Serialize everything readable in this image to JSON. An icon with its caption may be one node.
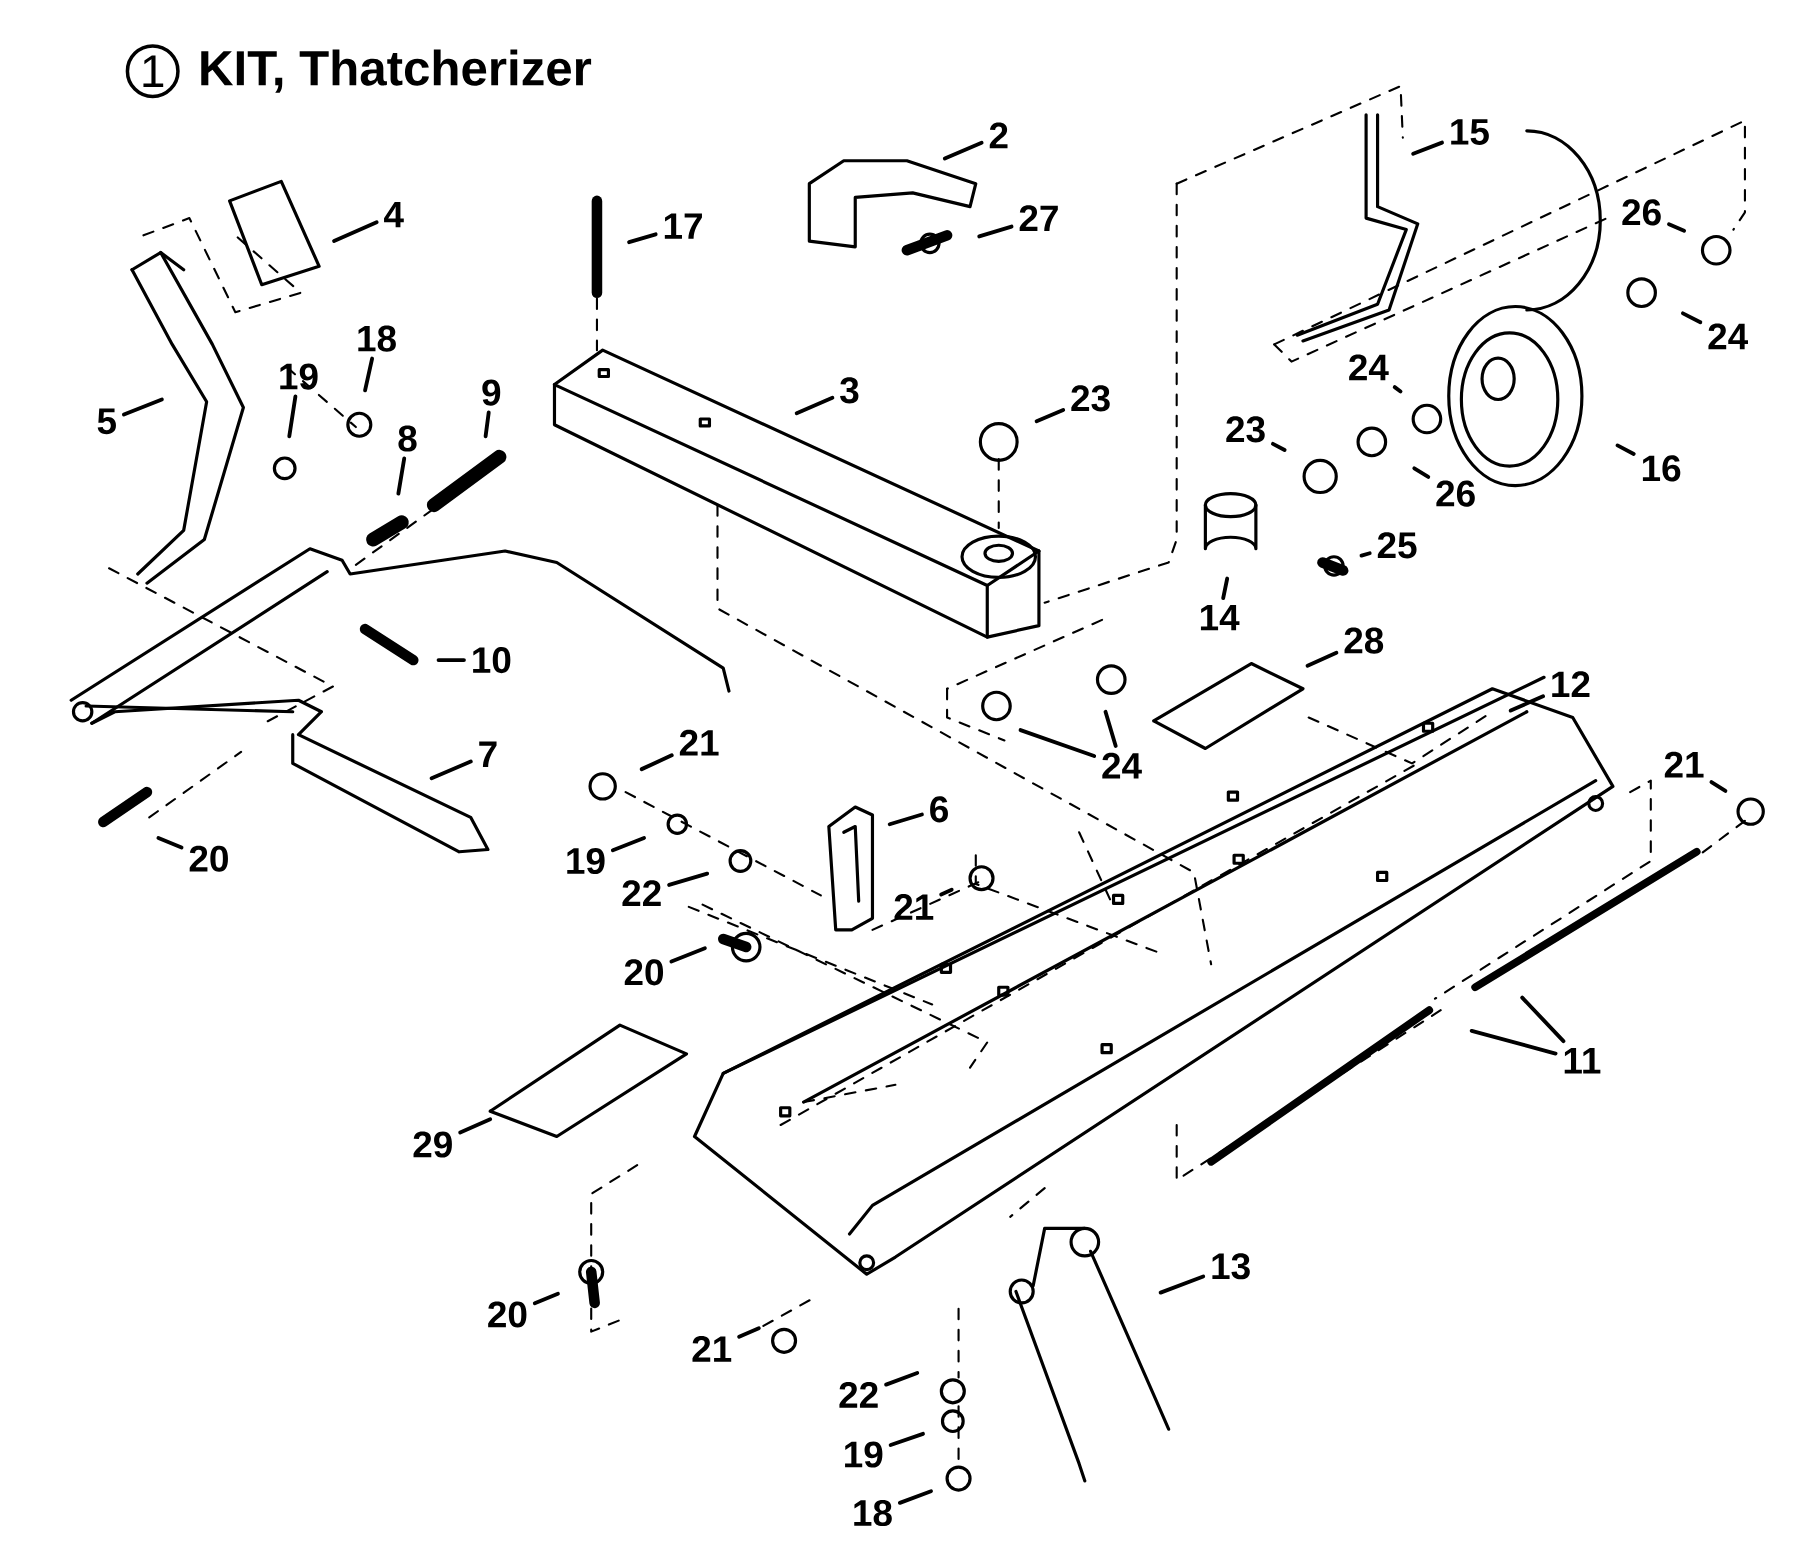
{
  "diagram": {
    "title": "KIT, Thatcherizer",
    "nodes": [
      {
        "text": [
          "1"
        ]
      },
      {
        "text": [
          "2"
        ]
      },
      {
        "text": [
          "15"
        ]
      },
      {
        "text": [
          "4"
        ]
      },
      {
        "text": [
          "26"
        ]
      },
      {
        "text": [
          "27"
        ]
      },
      {
        "text": [
          "17"
        ]
      },
      {
        "text": [
          "18"
        ]
      },
      {
        "text": [
          "24"
        ]
      },
      {
        "text": [
          "19"
        ]
      },
      {
        "text": [
          "9"
        ]
      },
      {
        "text": [
          "3"
        ]
      },
      {
        "text": [
          "23"
        ]
      },
      {
        "text": [
          "24"
        ]
      },
      {
        "text": [
          "5"
        ]
      },
      {
        "text": [
          "23"
        ]
      },
      {
        "text": [
          "8"
        ]
      },
      {
        "text": [
          "16"
        ]
      },
      {
        "text": [
          "26"
        ]
      },
      {
        "text": [
          "25"
        ]
      },
      {
        "text": [
          "14"
        ]
      },
      {
        "text": [
          "28"
        ]
      },
      {
        "text": [
          "10"
        ]
      },
      {
        "text": [
          "12"
        ]
      },
      {
        "text": [
          "21"
        ]
      },
      {
        "text": [
          "7"
        ]
      },
      {
        "text": [
          "24"
        ]
      },
      {
        "text": [
          "21"
        ]
      },
      {
        "text": [
          "6"
        ]
      },
      {
        "text": [
          "20"
        ]
      },
      {
        "text": [
          "19"
        ]
      },
      {
        "text": [
          "22"
        ]
      },
      {
        "text": [
          "21"
        ]
      },
      {
        "text": [
          "20"
        ]
      },
      {
        "text": [
          "11"
        ]
      },
      {
        "text": [
          "29"
        ]
      },
      {
        "text": [
          "13"
        ]
      },
      {
        "text": [
          "20"
        ]
      },
      {
        "text": [
          "21"
        ]
      },
      {
        "text": [
          "22"
        ]
      },
      {
        "text": [
          "19"
        ]
      },
      {
        "text": [
          "18"
        ]
      }
    ],
    "edges": [
      {
        "from": 1,
        "to": null,
        "arrow": "none"
      },
      {
        "from": 2,
        "to": null,
        "arrow": "none"
      },
      {
        "from": 3,
        "to": null,
        "arrow": "none"
      },
      {
        "from": 4,
        "to": null,
        "arrow": "none"
      },
      {
        "from": 5,
        "to": null,
        "arrow": "none"
      },
      {
        "from": 6,
        "to": null,
        "arrow": "none"
      },
      {
        "from": 7,
        "to": null,
        "arrow": "none"
      },
      {
        "from": 8,
        "to": null,
        "arrow": "none"
      },
      {
        "from": 9,
        "to": null,
        "arrow": "none"
      },
      {
        "from": 10,
        "to": null,
        "arrow": "none"
      },
      {
        "from": 11,
        "to": null,
        "arrow": "none"
      },
      {
        "from": 12,
        "to": null,
        "arrow": "none"
      },
      {
        "from": 13,
        "to": null,
        "arrow": "none"
      },
      {
        "from": 14,
        "to": null,
        "arrow": "none"
      },
      {
        "from": 15,
        "to": null,
        "arrow": "none"
      },
      {
        "from": 16,
        "to": null,
        "arrow": "none"
      },
      {
        "from": 17,
        "to": null,
        "arrow": "none"
      },
      {
        "from": 18,
        "to": null,
        "arrow": "none"
      },
      {
        "from": 19,
        "to": null,
        "arrow": "none"
      },
      {
        "from": 20,
        "to": null,
        "arrow": "none"
      },
      {
        "from": 21,
        "to": null,
        "arrow": "none"
      },
      {
        "from": 22,
        "to": null,
        "arrow": "none"
      },
      {
        "from": 23,
        "to": null,
        "arrow": "none"
      },
      {
        "from": 24,
        "to": null,
        "arrow": "none"
      },
      {
        "from": 25,
        "to": null,
        "arrow": "none"
      },
      {
        "from": 26,
        "to": null,
        "arrow": "none"
      },
      {
        "from": 26,
        "to": null,
        "arrow": "none"
      },
      {
        "from": 27,
        "to": null,
        "arrow": "none"
      },
      {
        "from": 28,
        "to": null,
        "arrow": "none"
      },
      {
        "from": 29,
        "to": null,
        "arrow": "none"
      },
      {
        "from": 30,
        "to": null,
        "arrow": "none"
      },
      {
        "from": 31,
        "to": null,
        "arrow": "none"
      },
      {
        "from": 32,
        "to": null,
        "arrow": "none"
      },
      {
        "from": 33,
        "to": null,
        "arrow": "none"
      },
      {
        "from": 34,
        "to": null,
        "arrow": "none"
      },
      {
        "from": 34,
        "to": null,
        "arrow": "none"
      },
      {
        "from": 35,
        "to": null,
        "arrow": "none"
      },
      {
        "from": 36,
        "to": null,
        "arrow": "none"
      },
      {
        "from": 37,
        "to": null,
        "arrow": "none"
      },
      {
        "from": 38,
        "to": null,
        "arrow": "none"
      },
      {
        "from": 39,
        "to": null,
        "arrow": "none"
      },
      {
        "from": 40,
        "to": null,
        "arrow": "none"
      },
      {
        "from": 41,
        "to": null,
        "arrow": "none"
      }
    ]
  }
}
